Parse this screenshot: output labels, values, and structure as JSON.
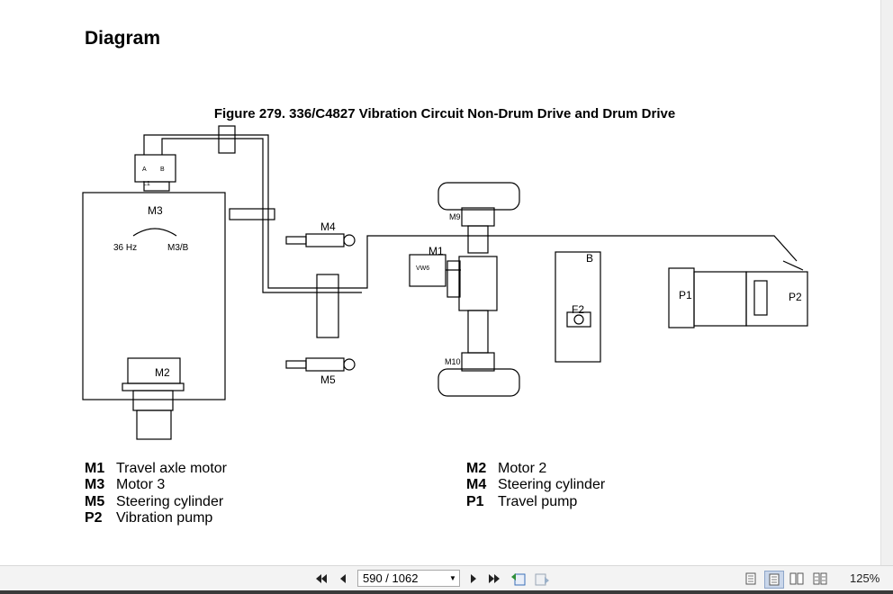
{
  "document": {
    "heading": "Diagram",
    "figure_title": "Figure 279. 336/C4827 Vibration Circuit Non-Drum Drive and Drum Drive",
    "diagram_labels": {
      "m3": "M3",
      "m2": "M2",
      "m4": "M4",
      "m5": "M5",
      "m1": "M1",
      "p1": "P1",
      "p2": "P2",
      "b": "B",
      "f2": "F2",
      "m9": "M9",
      "m10": "M10",
      "hz": "36 Hz",
      "m3b": "M3/B",
      "l1": "L1",
      "a": "A",
      "bsmall": "B",
      "vw6": "VW6"
    },
    "legend_left": [
      {
        "code": "M1",
        "desc": "Travel axle motor"
      },
      {
        "code": "M3",
        "desc": "Motor 3"
      },
      {
        "code": "M5",
        "desc": "Steering cylinder"
      },
      {
        "code": "P2",
        "desc": "Vibration pump"
      }
    ],
    "legend_right": [
      {
        "code": "M2",
        "desc": "Motor 2"
      },
      {
        "code": "M4",
        "desc": "Steering cylinder"
      },
      {
        "code": "P1",
        "desc": "Travel pump"
      }
    ]
  },
  "toolbar": {
    "page_indicator": "590 / 1062",
    "zoom": "125%",
    "icons": [
      "first-page-icon",
      "prev-page-icon",
      "next-page-icon",
      "last-page-icon",
      "back-view-icon",
      "forward-view-icon",
      "single-page-icon",
      "continuous-page-icon",
      "facing-pages-icon",
      "continuous-facing-icon"
    ]
  }
}
